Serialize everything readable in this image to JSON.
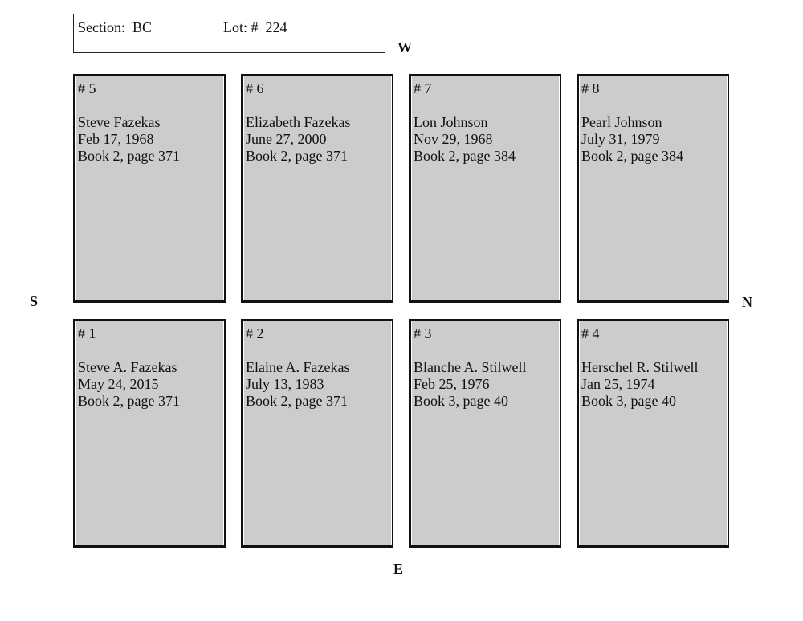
{
  "header": {
    "section_label": "Section:  BC",
    "lot_label": "Lot: #  224"
  },
  "compass": {
    "west": "W",
    "south": "S",
    "north": "N",
    "east": "E"
  },
  "plots": {
    "p5": {
      "number": "# 5",
      "name": "Steve Fazekas",
      "date": "Feb 17, 1968",
      "record": "Book 2, page 371"
    },
    "p6": {
      "number": "# 6",
      "name": "Elizabeth Fazekas",
      "date": "June 27, 2000",
      "record": "Book 2, page 371"
    },
    "p7": {
      "number": "# 7",
      "name": "Lon Johnson",
      "date": "Nov 29, 1968",
      "record": "Book 2, page 384"
    },
    "p8": {
      "number": "# 8",
      "name": "Pearl Johnson",
      "date": "July 31, 1979",
      "record": "Book 2, page 384"
    },
    "p1": {
      "number": "# 1",
      "name": "Steve A. Fazekas",
      "date": "May 24, 2015",
      "record": "Book 2, page 371"
    },
    "p2": {
      "number": "# 2",
      "name": "Elaine A. Fazekas",
      "date": "July 13, 1983",
      "record": "Book 2, page 371"
    },
    "p3": {
      "number": "# 3",
      "name": "Blanche A. Stilwell",
      "date": "Feb 25, 1976",
      "record": "Book 3, page 40"
    },
    "p4": {
      "number": "# 4",
      "name": "Herschel R. Stilwell",
      "date": "Jan 25, 1974",
      "record": "Book 3, page 40"
    }
  },
  "colors": {
    "plot_fill": "#cccccc",
    "plot_border": "#111111",
    "background": "#ffffff"
  }
}
